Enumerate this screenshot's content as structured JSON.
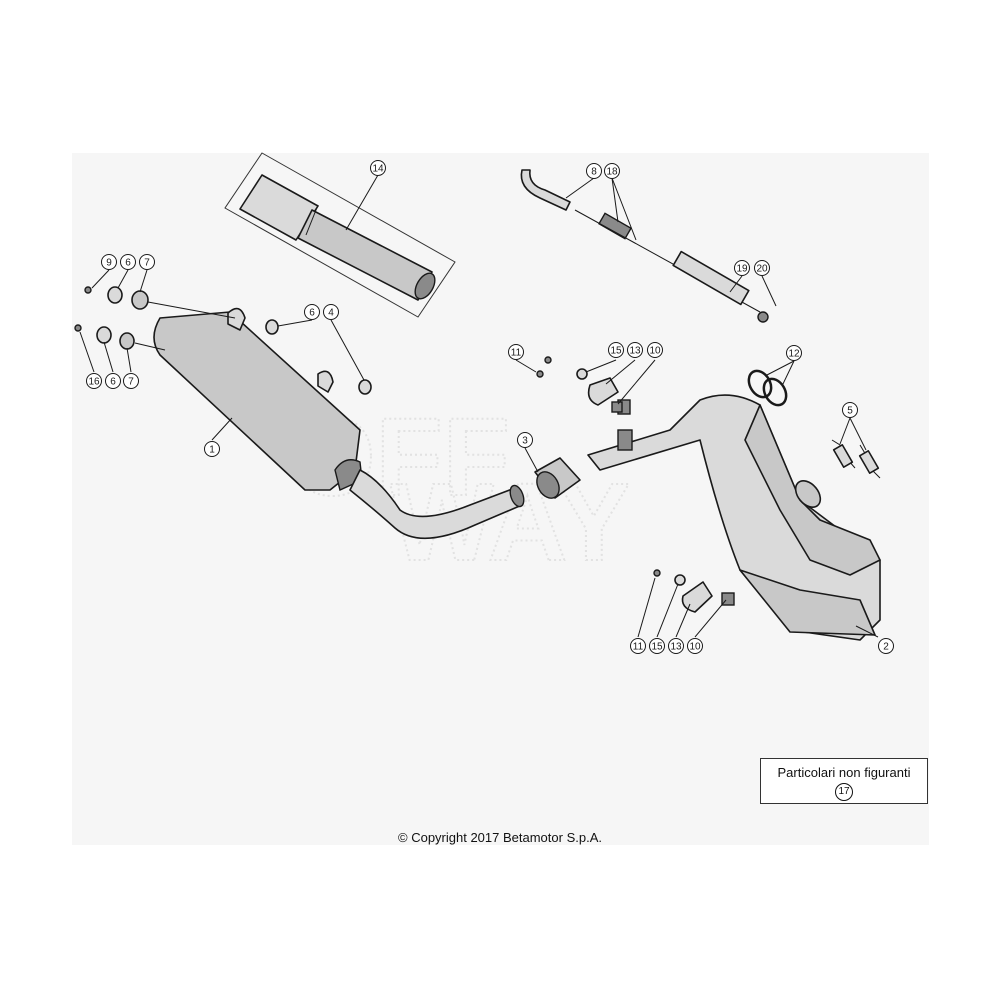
{
  "watermark": {
    "line1": "OFF",
    "line2": "WAY"
  },
  "callouts": [
    {
      "id": "c14",
      "label": "14"
    },
    {
      "id": "c8",
      "label": "8"
    },
    {
      "id": "c18",
      "label": "18"
    },
    {
      "id": "c19",
      "label": "19"
    },
    {
      "id": "c20",
      "label": "20"
    },
    {
      "id": "c9",
      "label": "9"
    },
    {
      "id": "c6a",
      "label": "6"
    },
    {
      "id": "c7a",
      "label": "7"
    },
    {
      "id": "c6b",
      "label": "6"
    },
    {
      "id": "c4",
      "label": "4"
    },
    {
      "id": "c16",
      "label": "16"
    },
    {
      "id": "c6c",
      "label": "6"
    },
    {
      "id": "c7b",
      "label": "7"
    },
    {
      "id": "c1",
      "label": "1"
    },
    {
      "id": "c11a",
      "label": "11"
    },
    {
      "id": "c15a",
      "label": "15"
    },
    {
      "id": "c13a",
      "label": "13"
    },
    {
      "id": "c10a",
      "label": "10"
    },
    {
      "id": "c12",
      "label": "12"
    },
    {
      "id": "c3",
      "label": "3"
    },
    {
      "id": "c5",
      "label": "5"
    },
    {
      "id": "c11b",
      "label": "11"
    },
    {
      "id": "c15b",
      "label": "15"
    },
    {
      "id": "c13b",
      "label": "13"
    },
    {
      "id": "c10b",
      "label": "10"
    },
    {
      "id": "c2",
      "label": "2"
    }
  ],
  "note": {
    "label": "Particolari non figuranti",
    "number": "17"
  },
  "copyright": "© Copyright 2017 Betamotor S.p.A."
}
